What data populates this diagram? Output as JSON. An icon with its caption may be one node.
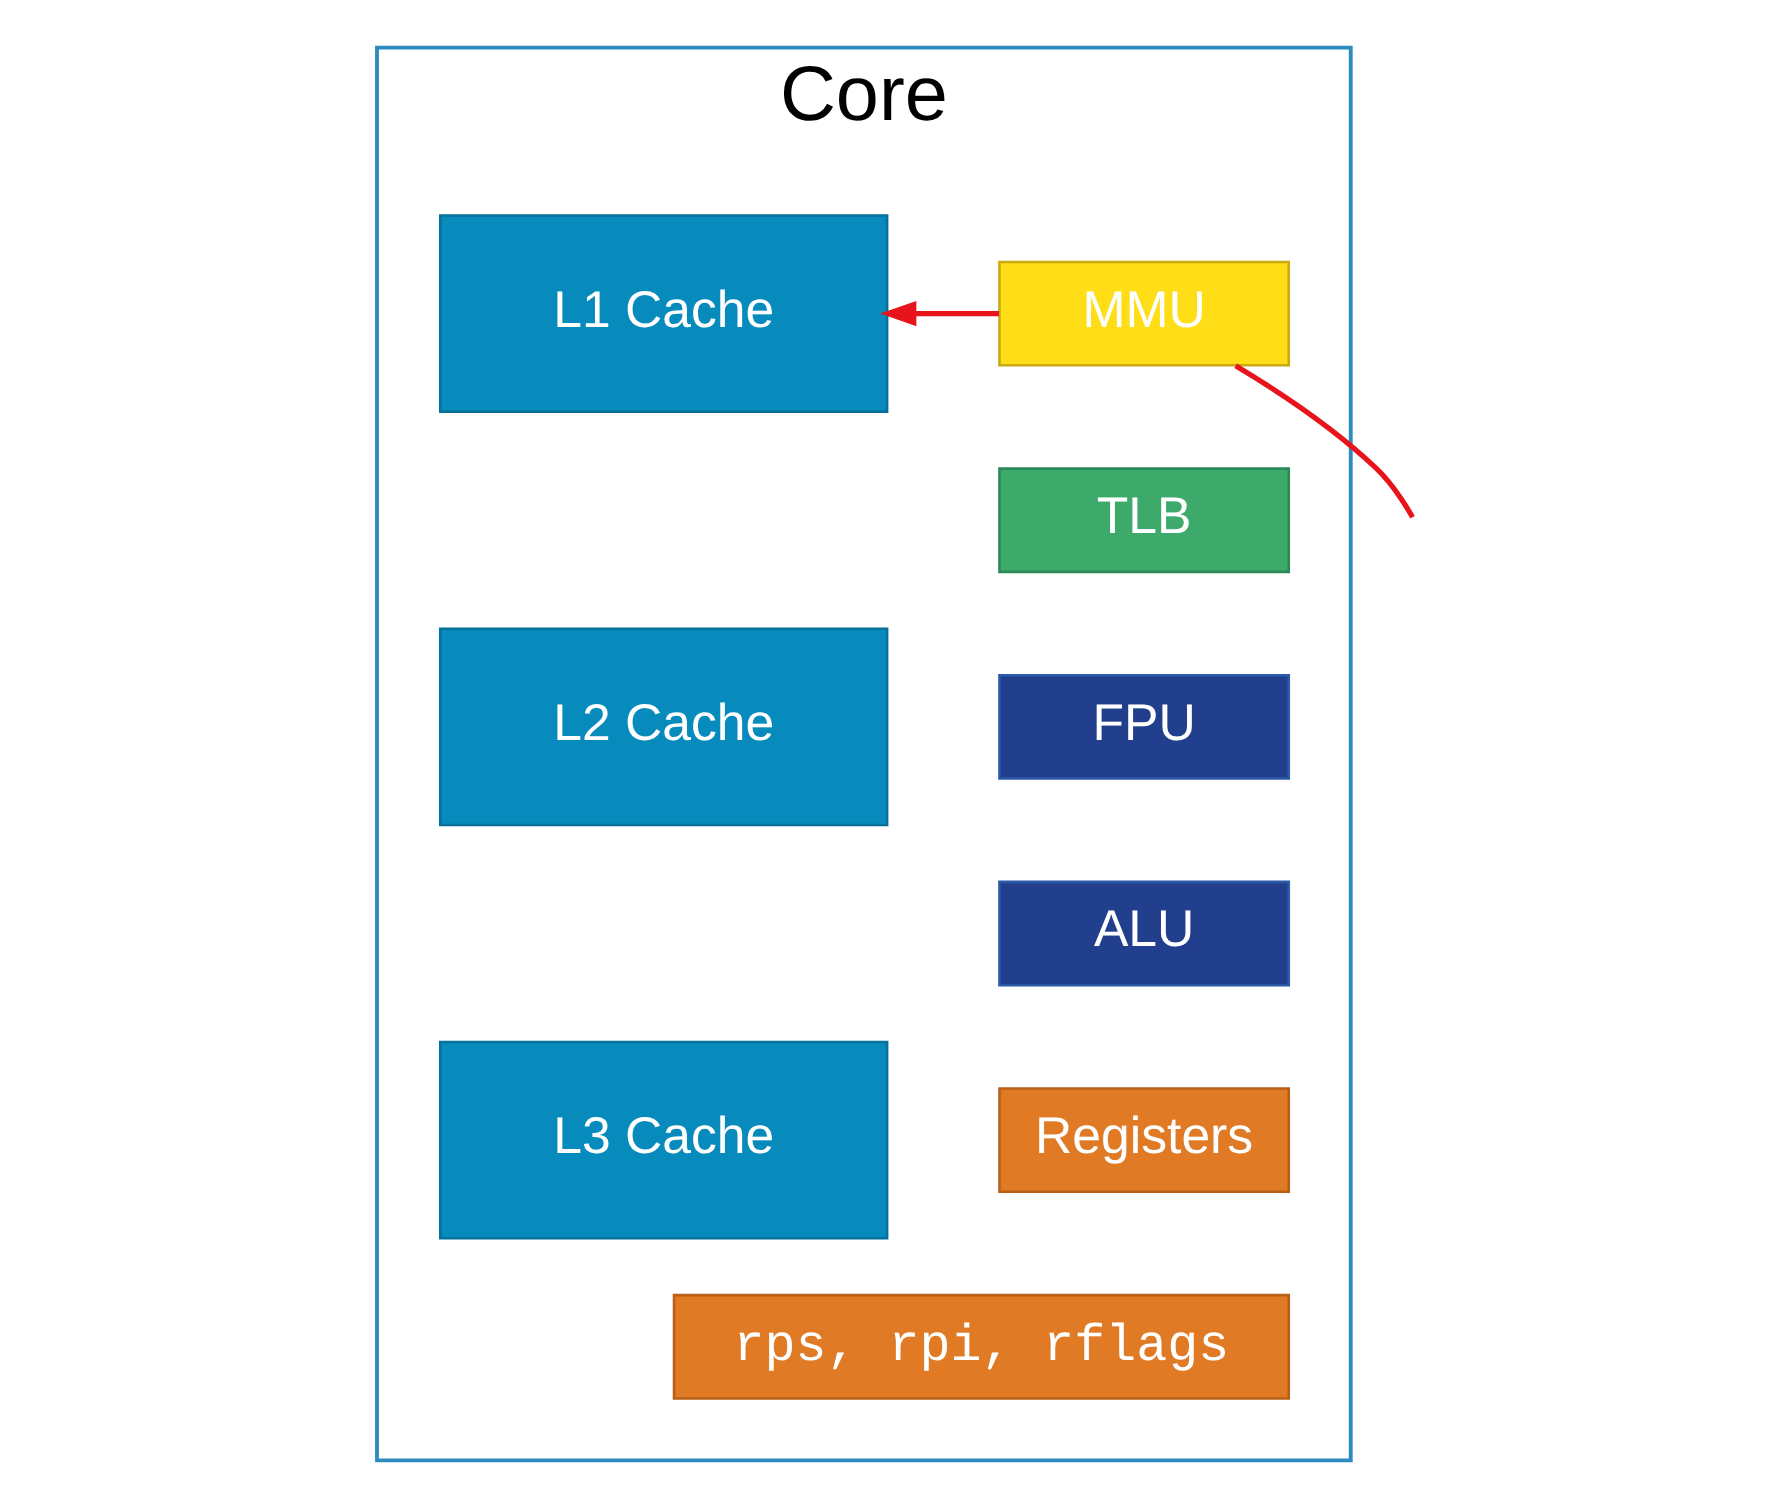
{
  "diagram": {
    "nodes": [
      {
        "text": [
          "Core"
        ]
      },
      {
        "text": [
          "MMU"
        ],
        "in": 0
      },
      {
        "text": [
          "TLB"
        ],
        "in": 0
      },
      {
        "text": [
          "FPU"
        ],
        "in": 0
      },
      {
        "text": [
          "ALU"
        ],
        "in": 0
      },
      {
        "text": [
          "Registers"
        ],
        "in": 0
      },
      {
        "text": [
          "rps, rpi, rflags"
        ],
        "in": 0
      },
      {
        "text": [
          "L1 Cache"
        ],
        "in": 0
      },
      {
        "text": [
          "L2 Cache"
        ],
        "in": 0
      },
      {
        "text": [
          "L3 Cache"
        ],
        "in": 0
      }
    ],
    "edges": [
      {
        "from": 1,
        "to": 7,
        "arrow": "to",
        "color": "#e8141b"
      },
      {
        "from": 1,
        "to": null,
        "arrow": "none",
        "color": "#e8141b"
      }
    ]
  }
}
